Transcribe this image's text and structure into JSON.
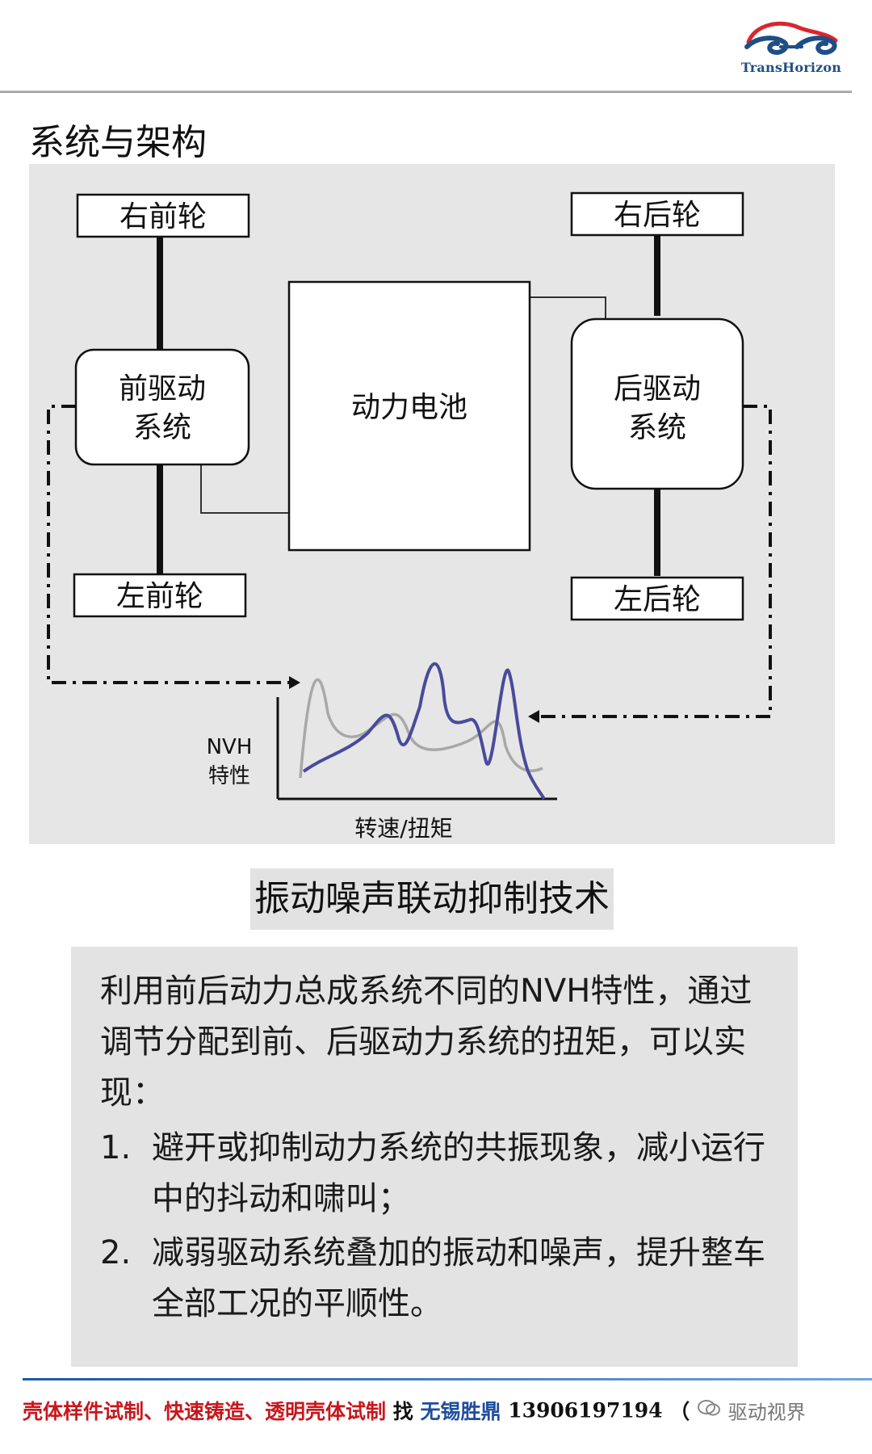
{
  "brand": {
    "name": "TransHorizon",
    "colors": {
      "blue": "#1f4e86",
      "red": "#c8171d"
    },
    "icon": "car-wave-logo-icon"
  },
  "page_title": "系统与架构",
  "diagram": {
    "wheels": {
      "front_right": "右前轮",
      "front_left": "左前轮",
      "rear_right": "右后轮",
      "rear_left": "左后轮"
    },
    "front_drive": [
      "前驱动",
      "系统"
    ],
    "rear_drive": [
      "后驱动",
      "系统"
    ],
    "battery": "动力电池",
    "nvh_label": [
      "NVH",
      "特性"
    ],
    "x_axis_label": "转速/扭矩",
    "colors": {
      "curve_front": "#4a4a9c",
      "curve_rear": "#a8a8a8"
    }
  },
  "caption": "振动噪声联动抑制技术",
  "text_block": {
    "intro": "利用前后动力总成系统不同的NVH特性，通过调节分配到前、后驱动力系统的扭矩，可以实现：",
    "items": [
      {
        "num": "1.",
        "text": "避开或抑制动力系统的共振现象，减小运行中的抖动和啸叫；"
      },
      {
        "num": "2.",
        "text": "减弱驱动系统叠加的振动和噪声，提升整车全部工况的平顺性。"
      }
    ]
  },
  "footer": {
    "services": "壳体样件试制、快速铸造、透明壳体试制",
    "find": "找",
    "company": "无锡胜鼎",
    "phone": "13906197194",
    "paren": "（",
    "watermark": "驱动视界",
    "watermark_icon": "wechat-icon"
  }
}
